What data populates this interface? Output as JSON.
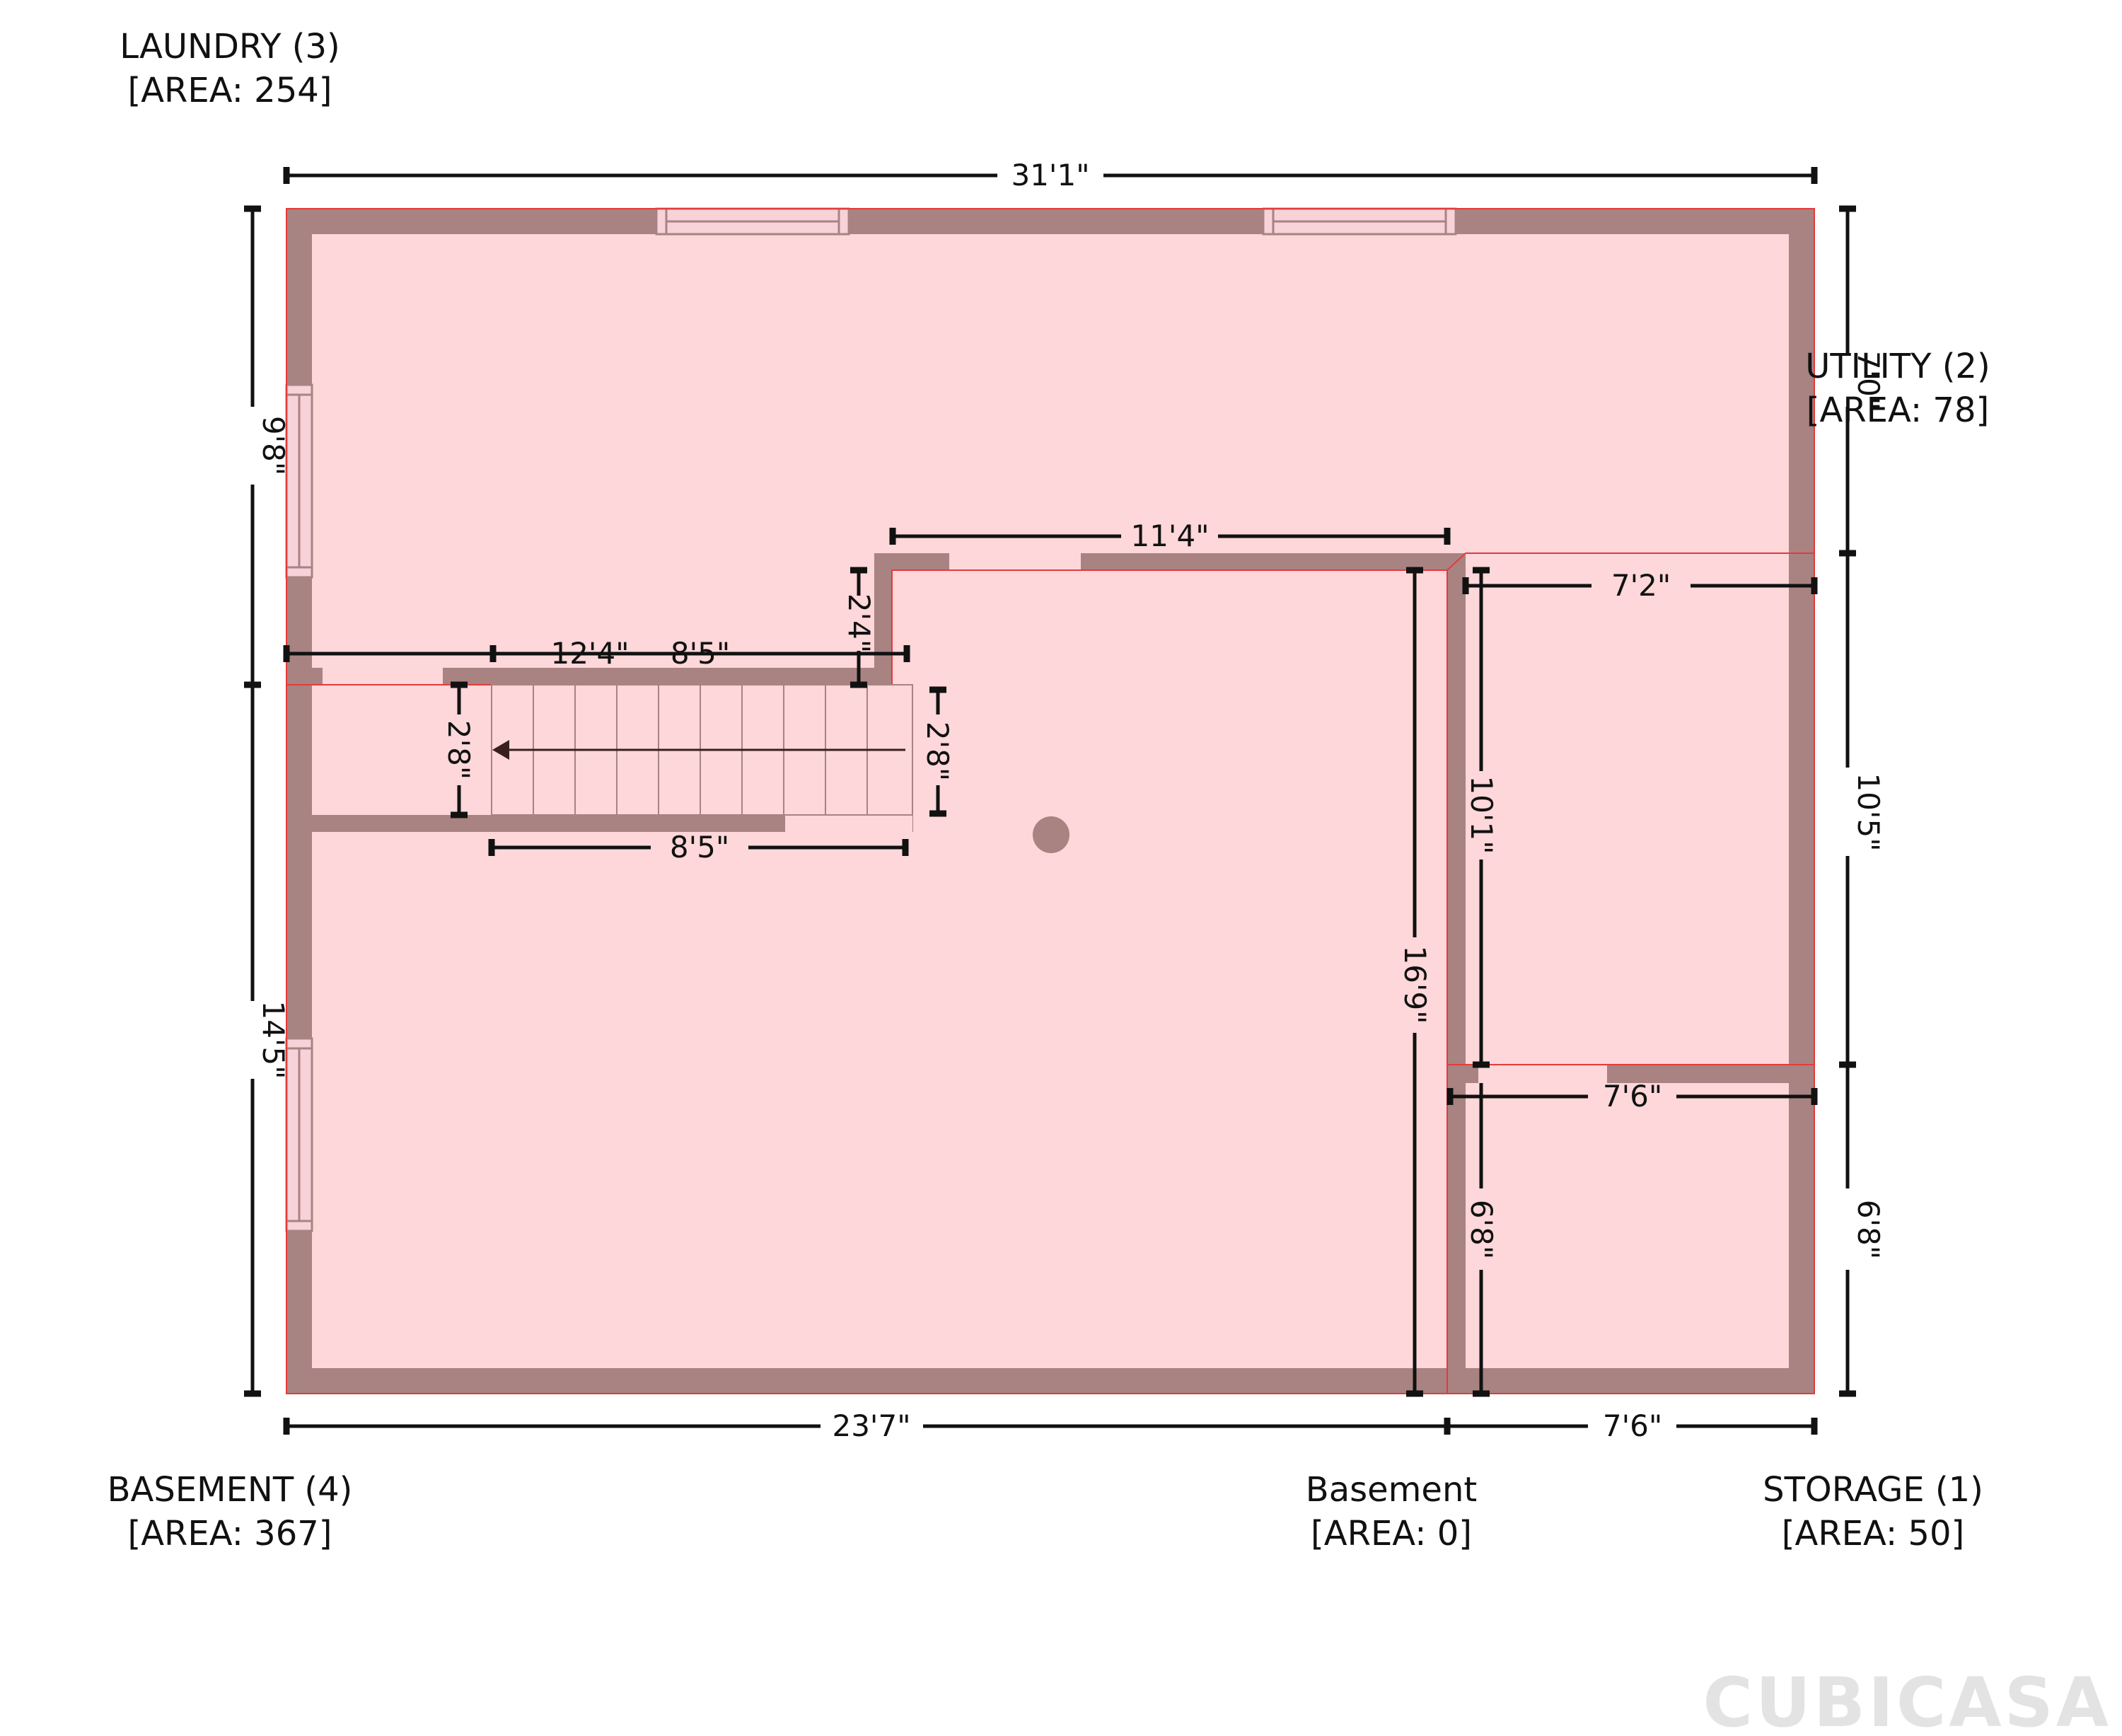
{
  "rooms": [
    {
      "id": "laundry",
      "name": "LAUNDRY (3)",
      "area": "[AREA: 254]"
    },
    {
      "id": "utility",
      "name": "UTILITY (2)",
      "area": "[AREA: 78]"
    },
    {
      "id": "basement-main",
      "name": "BASEMENT (4)",
      "area": "[AREA: 367]"
    },
    {
      "id": "basement-small",
      "name": "Basement",
      "area": "[AREA: 0]"
    },
    {
      "id": "storage",
      "name": "STORAGE (1)",
      "area": "[AREA: 50]"
    }
  ],
  "dimensions": {
    "top_width": "31'1\"",
    "left_upper": "9'8\"",
    "left_lower": "14'5\"",
    "right_top": "7'0\"",
    "right_mid": "10'5\"",
    "right_bottom": "6'8\"",
    "bottom_left": "23'7\"",
    "bottom_right": "7'6\"",
    "interior_top_wall": "11'4\"",
    "interior_step": "2'4\"",
    "upper_left_wall_a": "12'4\"",
    "upper_left_wall_b": "8'5\"",
    "stair_left_height": "2'8\"",
    "stair_right_height": "2'8\"",
    "stair_length": "8'5\"",
    "utility_width": "7'2\"",
    "utility_height": "10'1\"",
    "basement_height": "16'9\"",
    "storage_width": "7'6\"",
    "storage_height": "6'8\""
  },
  "brand": "CUBICASA",
  "colors": {
    "floor": "#fdd7d9",
    "wall": "#a88381",
    "outline": "#e33b3b",
    "window": "#f7d2d9"
  }
}
